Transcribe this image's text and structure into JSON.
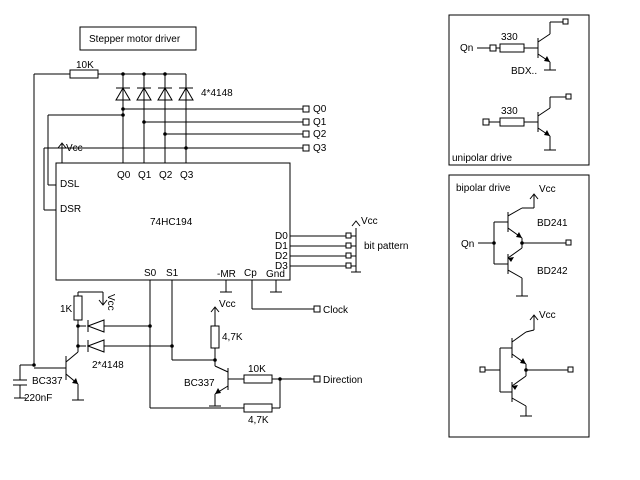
{
  "title": "Stepper motor driver",
  "ic": {
    "name": "74HC194",
    "pins_left": [
      "DSL",
      "DSR"
    ],
    "pins_top": [
      "Q0",
      "Q1",
      "Q2",
      "Q3"
    ],
    "pins_right": [
      "D0",
      "D1",
      "D2",
      "D3"
    ],
    "pins_bottom": [
      "S0",
      "S1",
      "-MR",
      "Cp",
      "Gnd"
    ]
  },
  "labels": {
    "vcc": "Vcc",
    "outputs": [
      "Q0",
      "Q1",
      "Q2",
      "Q3"
    ],
    "bit_pattern": "bit pattern",
    "clock": "Clock",
    "direction": "Direction",
    "diodes_top": "4*4148",
    "diodes_bottom": "2*4148",
    "r_10k_top": "10K",
    "r_1k": "1K",
    "r_4k7_a": "4,7K",
    "r_10k_b": "10K",
    "r_4k7_b": "4,7K",
    "t_bc337_a": "BC337",
    "t_bc337_b": "BC337",
    "cap": "220nF"
  },
  "unipolar": {
    "caption": "unipolar drive",
    "qn": "Qn",
    "r1": "330",
    "r2": "330",
    "transistor": "BDX.."
  },
  "bipolar": {
    "caption": "bipolar drive",
    "qn": "Qn",
    "vcc1": "Vcc",
    "vcc2": "Vcc",
    "t1": "BD241",
    "t2": "BD242"
  }
}
